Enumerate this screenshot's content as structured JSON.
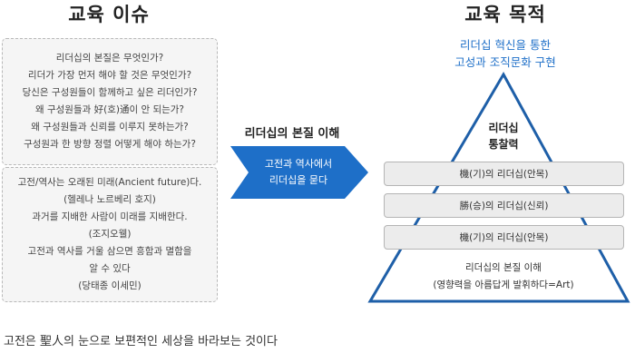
{
  "left": {
    "title": "교육 이슈",
    "box1_lines": [
      "리더십의 본질은 무엇인가?",
      "리더가 가장 먼저 해야 할 것은 무엇인가?",
      "당신은 구성원들이 함께하고 싶은 리더인가?",
      "왜 구성원들과 好(호)通이 안 되는가?",
      "왜 구성원들과 신뢰를 이루지 못하는가?",
      "구성원과 한 방향 정렬 어떻게 해야 하는가?"
    ],
    "box2_lines": [
      "고전/역사는 오래된 미래(Ancient future)다.",
      "(헬레나 노르베리 호지)",
      "과거를 지배한 사람이 미래를 지배한다.",
      "(조지오웰)",
      "고전과 역사를 거울 삼으면 흥함과 멸함을",
      "알 수 있다",
      "(당태종 이세민)"
    ]
  },
  "middle": {
    "label": "리더십의 본질 이해",
    "arrow_lines": [
      "고전과 역사에서",
      "리더십을 묻다"
    ]
  },
  "right": {
    "title": "교육 목적",
    "subtitle_lines": [
      "리더십 혁신을 통한",
      "고성과 조직문화 구현"
    ],
    "triangle_label_lines": [
      "리더십",
      "통찰력"
    ],
    "bars": [
      "機(기)의 리더십(안목)",
      "勝(승)의 리더십(신뢰)",
      "機(기)의 리더십(안목)"
    ],
    "base_lines": [
      "리더십의 본질 이해",
      "(영향력을 아름답게 발휘하다=Art)"
    ]
  },
  "footer": "고전은 聖人의 눈으로 보편적인 세상을 바라보는 것이다",
  "colors": {
    "accent": "#1e6fc8",
    "triangle_stroke": "#1e5fa8",
    "box_bg": "#f5f5f5"
  }
}
